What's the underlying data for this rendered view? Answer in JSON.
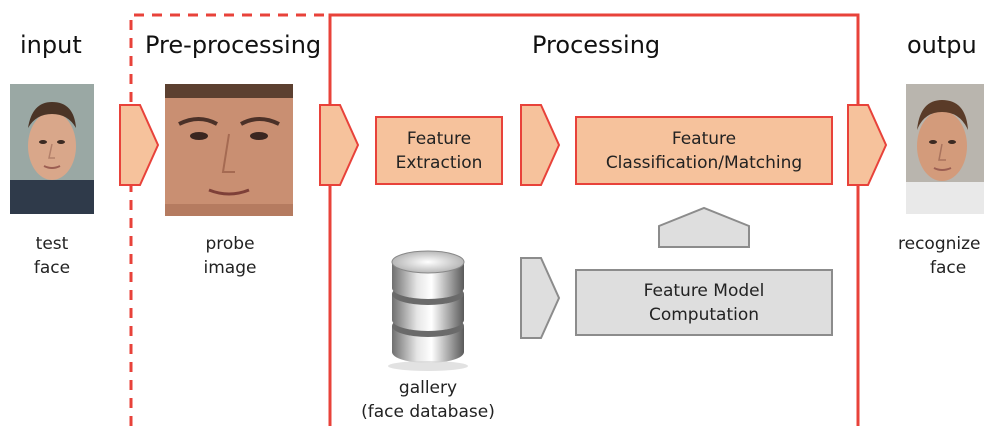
{
  "stages": {
    "input": "input",
    "preprocessing": "Pre-processing",
    "processing": "Processing",
    "output": "outpu"
  },
  "images": {
    "test_face": [
      "test",
      "face"
    ],
    "probe_image": [
      "probe",
      "image"
    ],
    "recognized_face": [
      "recognize",
      "face"
    ]
  },
  "boxes": {
    "feature_extraction": [
      "Feature",
      "Extraction"
    ],
    "feature_matching": [
      "Feature",
      "Classification/Matching"
    ],
    "feature_model": [
      "Feature Model",
      "Computation"
    ]
  },
  "gallery": [
    "gallery",
    "(face database)"
  ],
  "colors": {
    "accent_red": "#e8423a",
    "box_fill": "#f6c29c",
    "gray_fill": "#dedede",
    "gray_stroke": "#8c8c8c"
  },
  "icons": {
    "database": "database-icon",
    "arrow": "chevron-arrow-icon"
  }
}
